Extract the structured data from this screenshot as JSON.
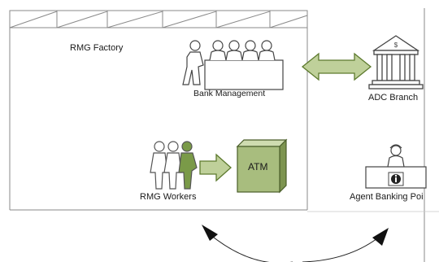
{
  "diagram": {
    "factory_label": "RMG Factory",
    "bank_management_label": "Bank Management",
    "adc_branch_label": "ADC Branch",
    "rmg_workers_label": "RMG Workers",
    "atm_label": "ATM",
    "agent_banking_label": "Agent Banking Poi",
    "icons": [
      "bank-management-group-icon",
      "bank-building-icon",
      "workers-group-icon",
      "atm-box-icon",
      "agent-banking-desk-icon",
      "info-icon"
    ],
    "colors": {
      "accent_green": "#8aa55a",
      "arrow_fill": "#bfd09a",
      "atm_green": "#a8bd7e"
    }
  }
}
